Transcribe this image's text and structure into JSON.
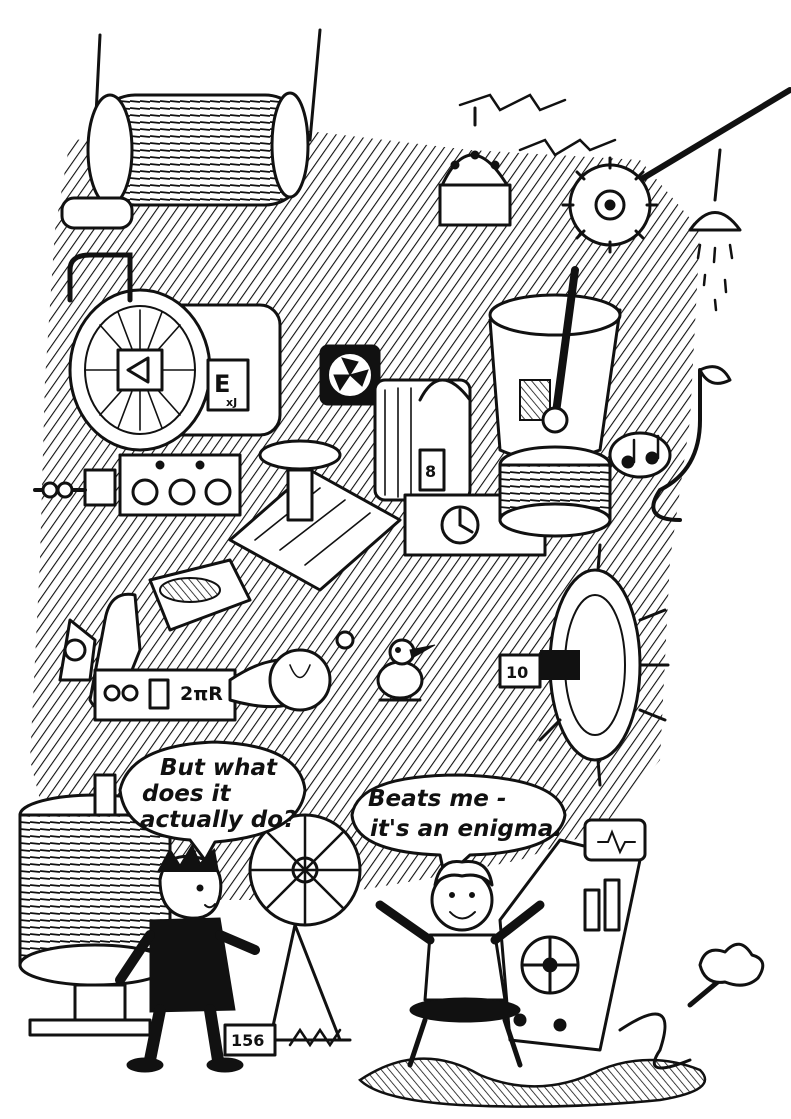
{
  "speech_bubbles": {
    "left": {
      "lines": [
        "But what",
        "does it",
        "actually do?"
      ]
    },
    "right": {
      "lines": [
        "Beats me -",
        "it's an enigma."
      ]
    }
  },
  "machine_labels": {
    "panel_letter": "E",
    "panel_sub": "xJ",
    "formula": "2πR",
    "dial_number": "8",
    "gauge_number": "10",
    "plate_number": "156"
  },
  "colors": {
    "ink": "#111111",
    "paper": "#ffffff"
  }
}
